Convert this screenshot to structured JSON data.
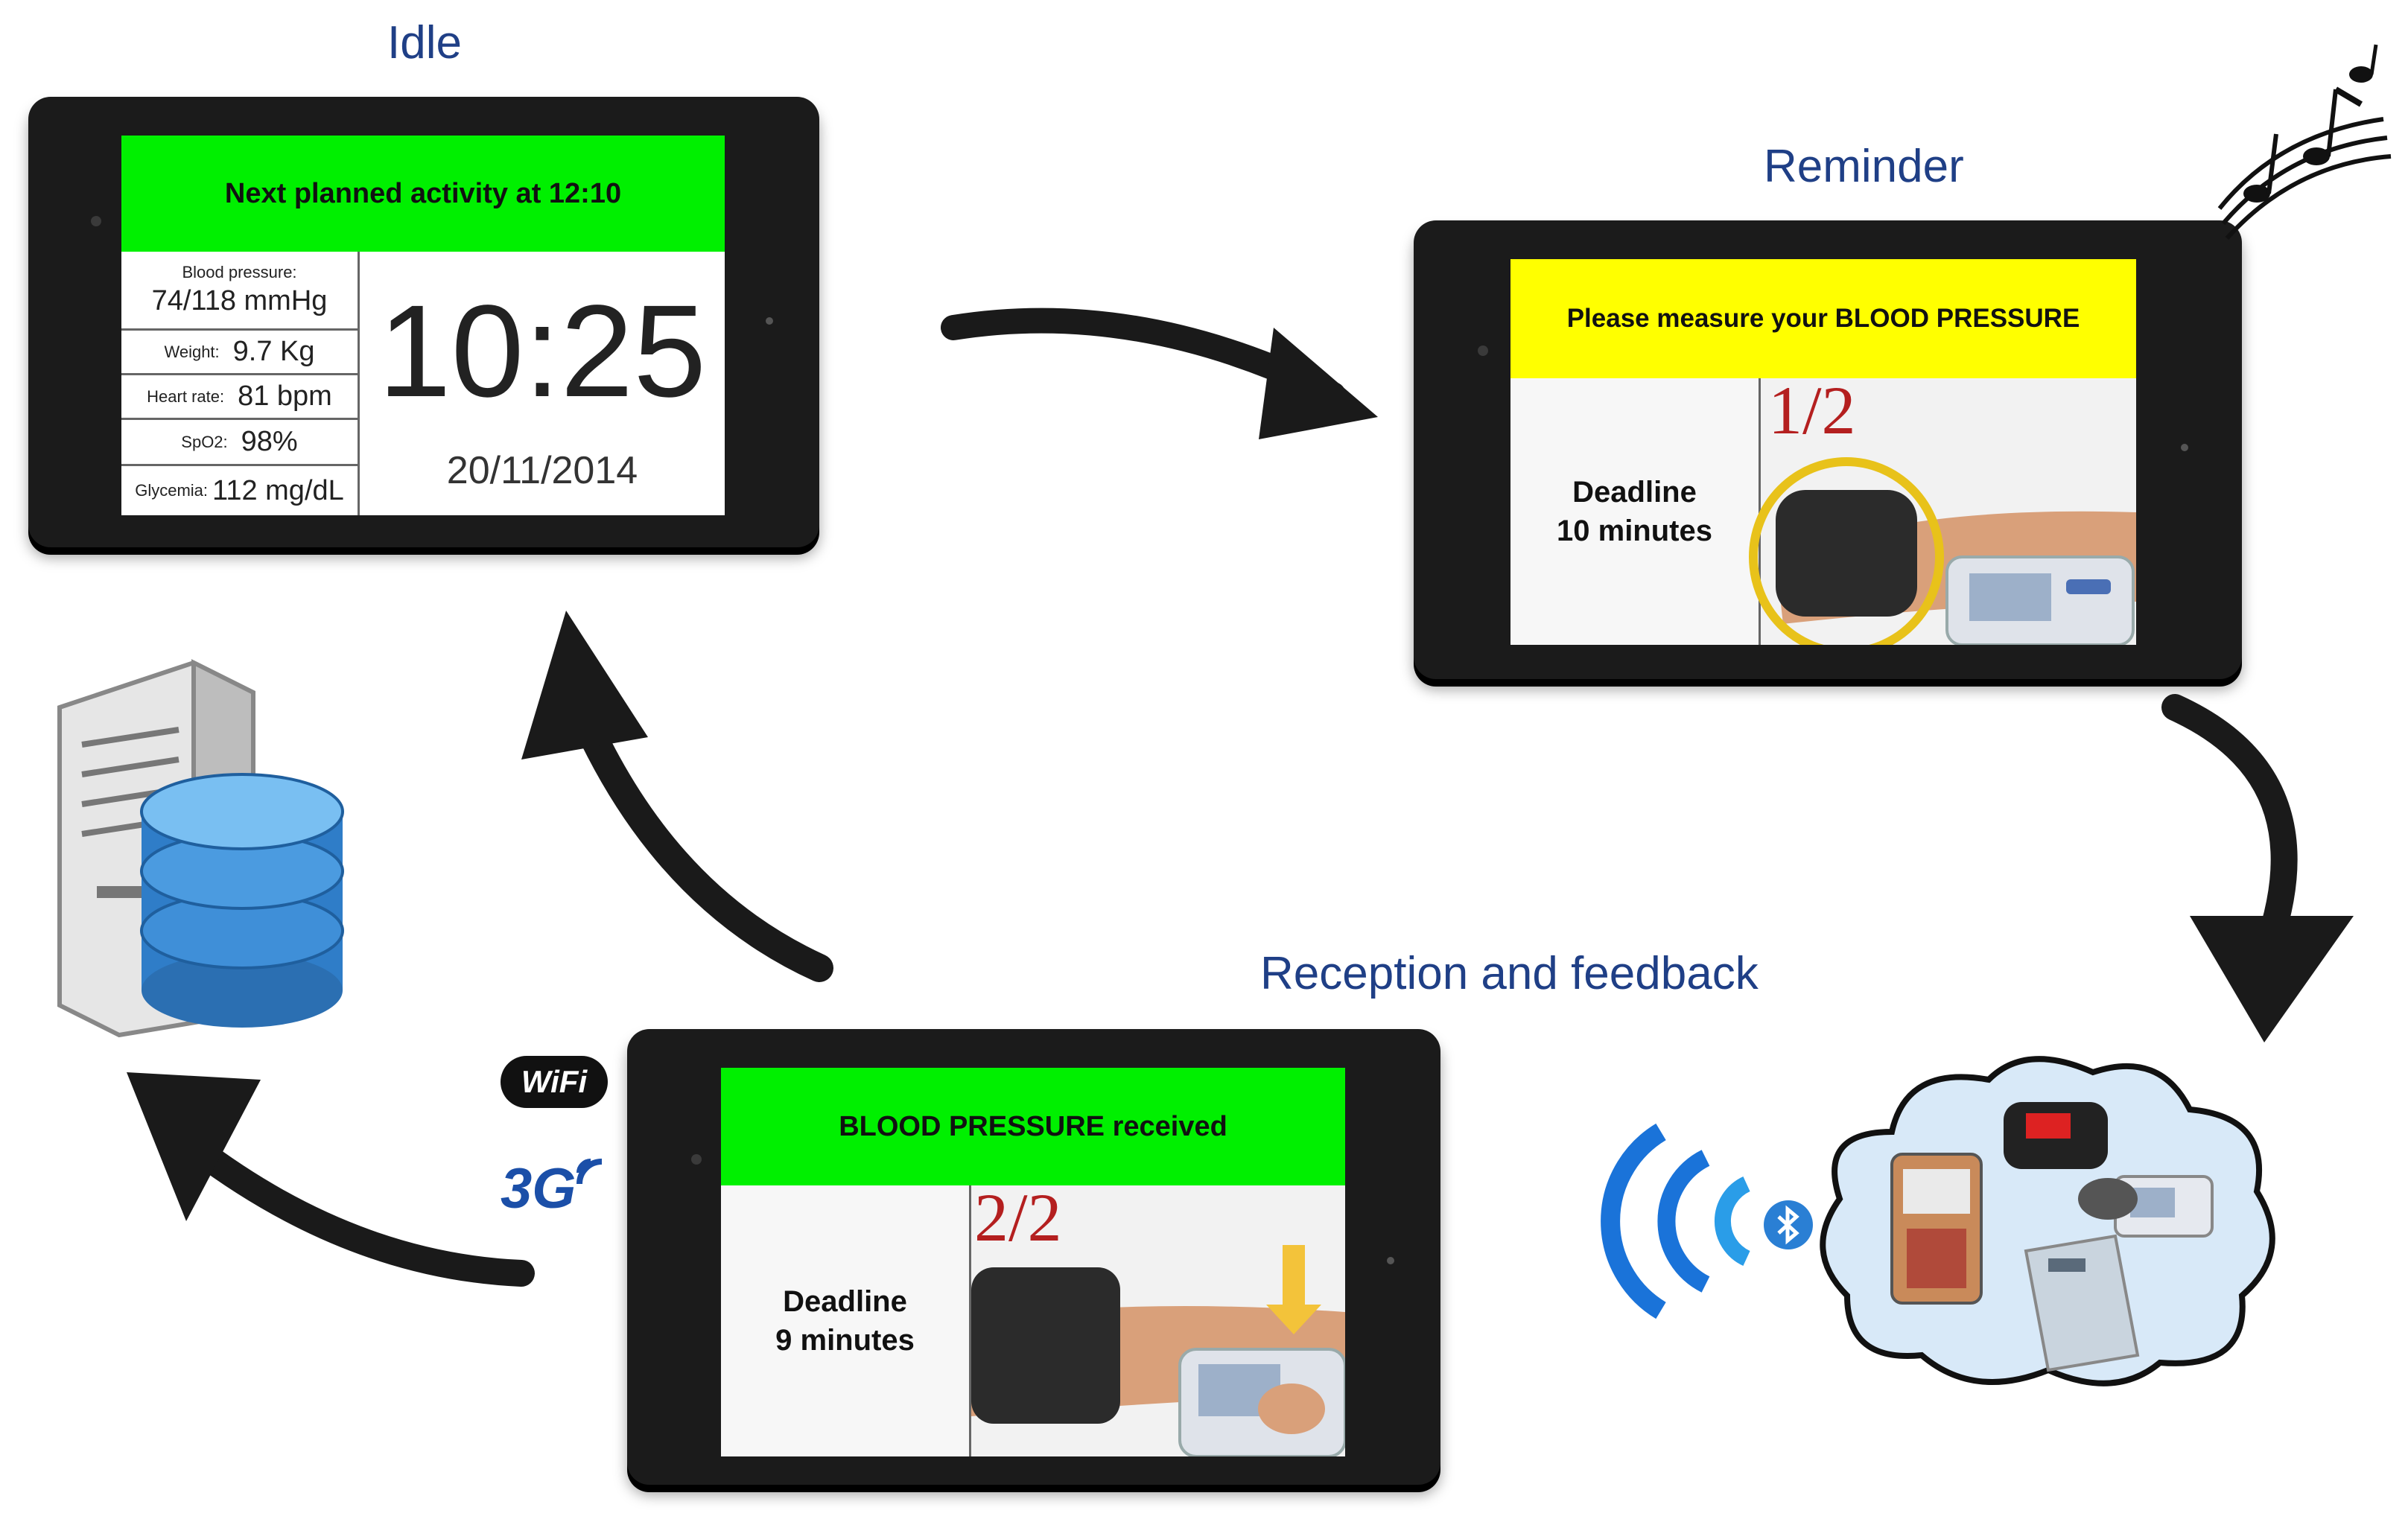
{
  "idle": {
    "title": "Idle",
    "banner": "Next planned activity at 12:10",
    "vitals": [
      {
        "label": "Blood pressure:",
        "value": "74/118 mmHg"
      },
      {
        "label": "Weight:",
        "value": "9.7 Kg"
      },
      {
        "label": "Heart rate:",
        "value": "81 bpm"
      },
      {
        "label": "SpO2:",
        "value": "98%"
      },
      {
        "label": "Glycemia:",
        "value": "112 mg/dL"
      }
    ],
    "clock": "10:25",
    "date": "20/11/2014"
  },
  "reminder": {
    "title": "Reminder",
    "banner": "Please measure your BLOOD PRESSURE",
    "deadline_line1": "Deadline",
    "deadline_line2": "10 minutes",
    "step": "1/2"
  },
  "reception": {
    "title": "Reception and feedback",
    "banner": "BLOOD PRESSURE received",
    "deadline_line1": "Deadline",
    "deadline_line2": "9 minutes",
    "step": "2/2"
  },
  "connectivity": {
    "wifi_label": "WiFi",
    "g3_label": "3G"
  },
  "icons": [
    "server-database-icon",
    "music-notes-icon",
    "wireless-signal-icon",
    "bluetooth-icon",
    "medical-devices-cloud-icon"
  ],
  "colors": {
    "title": "#1f3f86",
    "banner_green": "#00f000",
    "banner_yellow": "#ffff00",
    "step_red": "#b41f1f",
    "signal_blue": "#1a73d9"
  }
}
